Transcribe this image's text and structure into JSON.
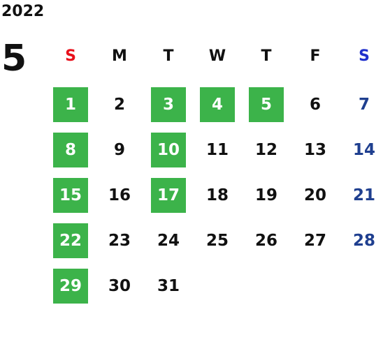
{
  "calendar": {
    "year": "2022",
    "month": "5",
    "weekday_headers": [
      "S",
      "M",
      "T",
      "W",
      "T",
      "F",
      "S"
    ],
    "header_colors": [
      "#e8101b",
      "#111111",
      "#111111",
      "#111111",
      "#111111",
      "#111111",
      "#1f2fcc"
    ],
    "highlight_color": "#3cb34a",
    "saturday_color": "#1f3f8f",
    "text_color": "#111111",
    "weeks": [
      [
        {
          "day": "1",
          "h": true
        },
        {
          "day": "2",
          "h": false
        },
        {
          "day": "3",
          "h": true
        },
        {
          "day": "4",
          "h": true
        },
        {
          "day": "5",
          "h": true
        },
        {
          "day": "6",
          "h": false
        },
        {
          "day": "7",
          "h": false
        }
      ],
      [
        {
          "day": "8",
          "h": true
        },
        {
          "day": "9",
          "h": false
        },
        {
          "day": "10",
          "h": true
        },
        {
          "day": "11",
          "h": false
        },
        {
          "day": "12",
          "h": false
        },
        {
          "day": "13",
          "h": false
        },
        {
          "day": "14",
          "h": false
        }
      ],
      [
        {
          "day": "15",
          "h": true
        },
        {
          "day": "16",
          "h": false
        },
        {
          "day": "17",
          "h": true
        },
        {
          "day": "18",
          "h": false
        },
        {
          "day": "19",
          "h": false
        },
        {
          "day": "20",
          "h": false
        },
        {
          "day": "21",
          "h": false
        }
      ],
      [
        {
          "day": "22",
          "h": true
        },
        {
          "day": "23",
          "h": false
        },
        {
          "day": "24",
          "h": false
        },
        {
          "day": "25",
          "h": false
        },
        {
          "day": "26",
          "h": false
        },
        {
          "day": "27",
          "h": false
        },
        {
          "day": "28",
          "h": false
        }
      ],
      [
        {
          "day": "29",
          "h": true
        },
        {
          "day": "30",
          "h": false
        },
        {
          "day": "31",
          "h": false
        }
      ]
    ]
  }
}
